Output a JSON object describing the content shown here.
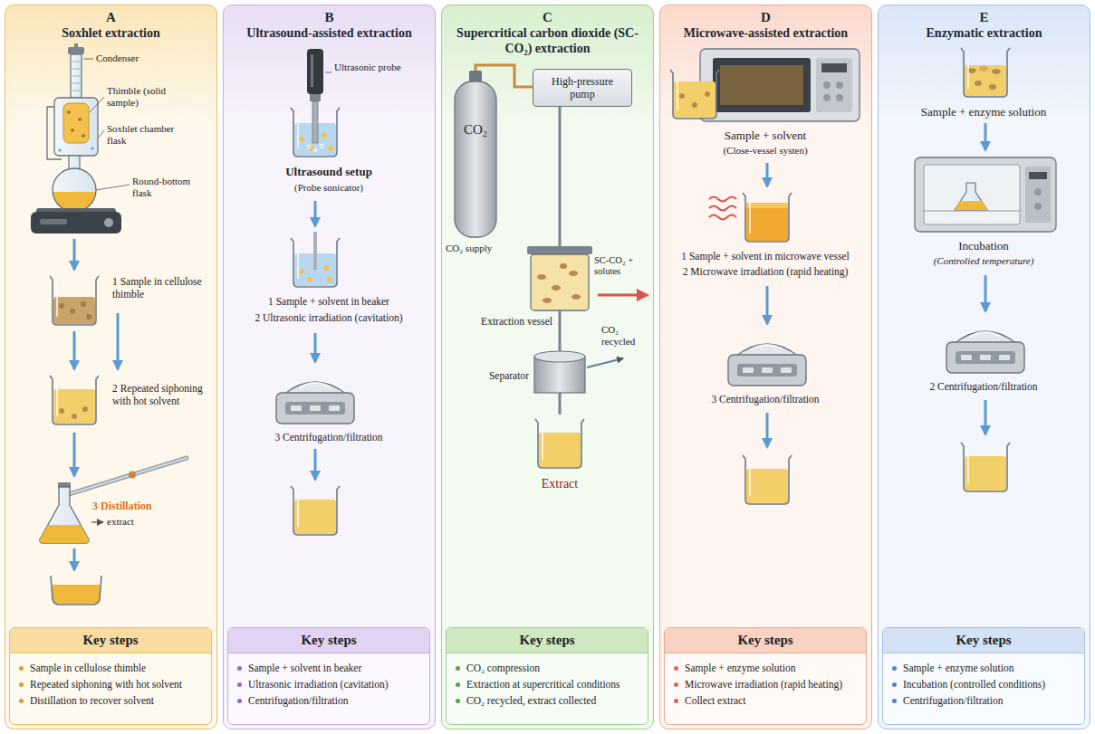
{
  "diagram": {
    "nodes": [
      {
        "text": [
          "A",
          "Soxhlet extraction"
        ]
      },
      {
        "text": [
          "Key steps",
          "Sample in cellulose thimble",
          "Repeated siphoning with hot solvent",
          "Distillation to recover solvent"
        ],
        "in": 0
      },
      {
        "text": [
          "B",
          "Ultrasound-assisted extraction"
        ]
      },
      {
        "text": [
          "Key steps",
          "Sample + solvent in beaker",
          "Ultrasonic irradiation (cavitation)",
          "Centrifugation/filtration"
        ],
        "in": 2
      },
      {
        "text": [
          "C",
          "Supercritical carbon dioxide (SC-CO₂) extraction"
        ]
      },
      {
        "text": [
          "High-pressure pump"
        ],
        "in": 4
      },
      {
        "text": [
          "Key steps",
          "CO₂ compression",
          "Extraction at supercritical conditions",
          "CO₂ recycled, extract collected"
        ],
        "in": 4
      },
      {
        "text": [
          "D",
          "Microwave-assisted extraction"
        ]
      },
      {
        "text": [
          "Key steps",
          "Sample + enzyme solution",
          "Microwave irradiation (rapid heating)",
          "Collect extract"
        ],
        "in": 7
      },
      {
        "text": [
          "E",
          "Enzymatic extraction"
        ]
      },
      {
        "text": [
          "Key steps",
          "Sample + enzyme solution",
          "Incubation (controlled conditions)",
          "Centrifugation/filtration"
        ],
        "in": 9
      }
    ],
    "labels": [
      "Condenser",
      "Thimble (solid sample)",
      "Soxhlet chamber flask",
      "Round-bottom flask",
      "1 Sample in cellulose thimble",
      "2 Repeated siphoning with hot solvent",
      "3 Distillation",
      "extract",
      "Ultrasonic probe",
      "Ultrasound setup",
      "(Probe sonicator)",
      "1 Sample + solvent in beaker",
      "2 Ultrasonic irradiation (cavitation)",
      "3 Centrifugation/filtration",
      "CO₂",
      "CO₂ supply",
      "SC-CO₂ + solutes",
      "Extraction vessel",
      "CO₂ recycled",
      "Separator",
      "Extract",
      "Sample + solvent",
      "(Close-vessel systen)",
      "1 Sample + solvent in microwave vessel",
      "2 Microwave irradiation (rapid heating)",
      "3 Centrifugation/filtration",
      "Sample + enzyme solution",
      "Incubation",
      "(Controlied temperature)",
      "2 Centrifugation/filtration"
    ]
  }
}
